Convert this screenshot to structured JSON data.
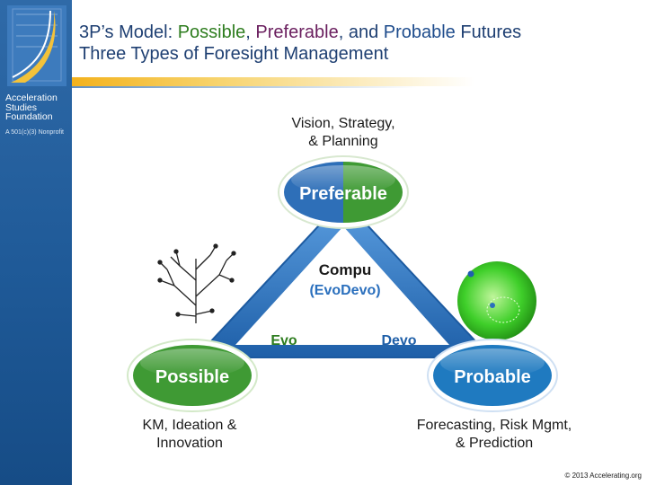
{
  "title": {
    "line1_prefix": "3P’s Model: ",
    "possible": "Possible",
    "sep1": ", ",
    "preferable": "Preferable",
    "sep2": ", and ",
    "probable": "Probable",
    "line1_suffix": " Futures",
    "line2": "Three Types of Foresight Management"
  },
  "sidebar": {
    "org_line1": "Acceleration",
    "org_line2": "Studies",
    "org_line3": "Foundation",
    "org_sub": "A 501(c)(3) Nonprofit"
  },
  "nodes": {
    "preferable": "Preferable",
    "possible": "Possible",
    "probable": "Probable"
  },
  "center": {
    "line1": "Compu",
    "line2": "(EvoDevo)"
  },
  "edges": {
    "evo": "Evo",
    "devo": "Devo"
  },
  "captions": {
    "top_line1": "Vision, Strategy,",
    "top_line2": "& Planning",
    "left_line1": "KM, Ideation &",
    "left_line2": "Innovation",
    "right_line1": "Forecasting, Risk Mgmt,",
    "right_line2": "& Prediction"
  },
  "copyright": "© 2013 Accelerating.org",
  "colors": {
    "sidebar": "#2f6aa8",
    "green": "#3f9a34",
    "blue": "#1f7ac0",
    "triangle": "#2a6fbd",
    "title": "#1e3f72"
  }
}
